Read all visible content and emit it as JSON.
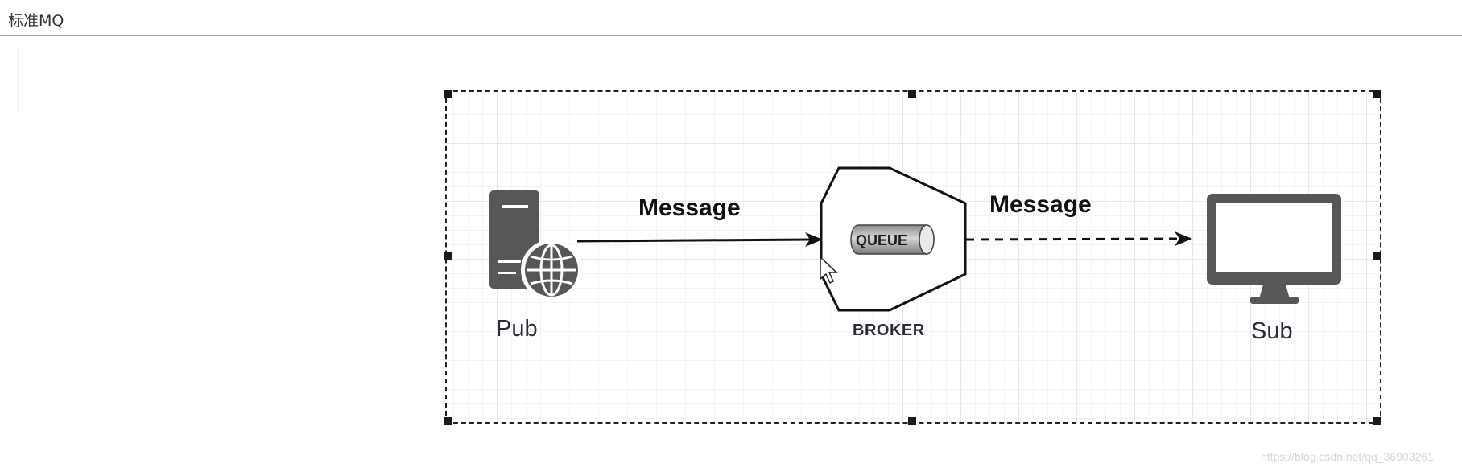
{
  "page": {
    "title": "标准MQ"
  },
  "diagram": {
    "pub_label": "Pub",
    "sub_label": "Sub",
    "broker_label": "BROKER",
    "queue_label": "QUEUE",
    "message_left": "Message",
    "message_right": "Message"
  },
  "icons": {
    "pub": "server-globe-icon",
    "sub": "monitor-icon",
    "broker": "octagon-shape",
    "queue": "cylinder-queue-icon"
  },
  "watermark": "https://blog.csdn.net/qq_36903261"
}
